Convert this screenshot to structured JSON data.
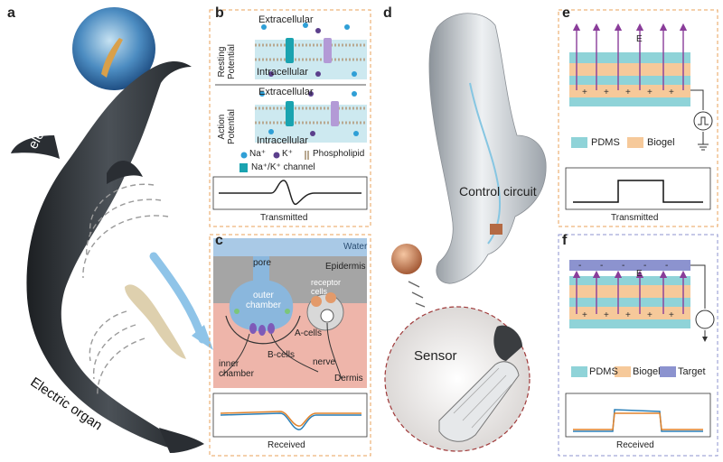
{
  "panels": {
    "a": {
      "letter": "a",
      "fish_label": "electroreceptor",
      "organ_label": "Electric organ"
    },
    "b": {
      "letter": "b",
      "resting": {
        "side_label": "Resting\nPotential",
        "top": "Extracellular",
        "bottom": "Intracellular"
      },
      "action": {
        "side_label": "Action\nPotential",
        "top": "Extracellular",
        "bottom": "Intracellular"
      },
      "legend": {
        "na": "Na⁺",
        "k": "K⁺",
        "phospholipid": "Phospholipid",
        "channel": "Na⁺/K⁺ channel"
      },
      "trace_label": "Transmitted"
    },
    "c": {
      "letter": "c",
      "labels": {
        "water": "Water",
        "pore": "pore",
        "epidermis": "Epidermis",
        "outer_chamber": "outer\nchamber",
        "receptor_cells": "receptor\ncells",
        "a_cells": "A-cells",
        "b_cells": "B-cells",
        "inner_chamber": "inner\nchamber",
        "nerve": "nerve",
        "dermis": "Dermis"
      },
      "trace_label": "Received"
    },
    "d": {
      "letter": "d",
      "control_label": "Control circuit",
      "sensor_label": "Sensor"
    },
    "e": {
      "letter": "e",
      "field_label": "E",
      "legend": [
        "PDMS",
        "Biogel"
      ],
      "trace_label": "Transmitted"
    },
    "f": {
      "letter": "f",
      "field_label": "E",
      "legend": [
        "PDMS",
        "Biogel",
        "Target"
      ],
      "trace_label": "Received"
    }
  },
  "colors": {
    "panel_border": "#e8a05a",
    "pdms": "#8fd3d8",
    "biogel": "#f6c99a",
    "target": "#8c93cf",
    "field_arrow": "#8a3d9a",
    "water": "#a9c9e6",
    "epidermis": "#a5a5a5",
    "dermis": "#eeb5aa",
    "na_ion": "#2f9fd6",
    "k_ion": "#5b3f8c",
    "trace_orange": "#e0822b",
    "trace_blue": "#2a7fb8"
  }
}
